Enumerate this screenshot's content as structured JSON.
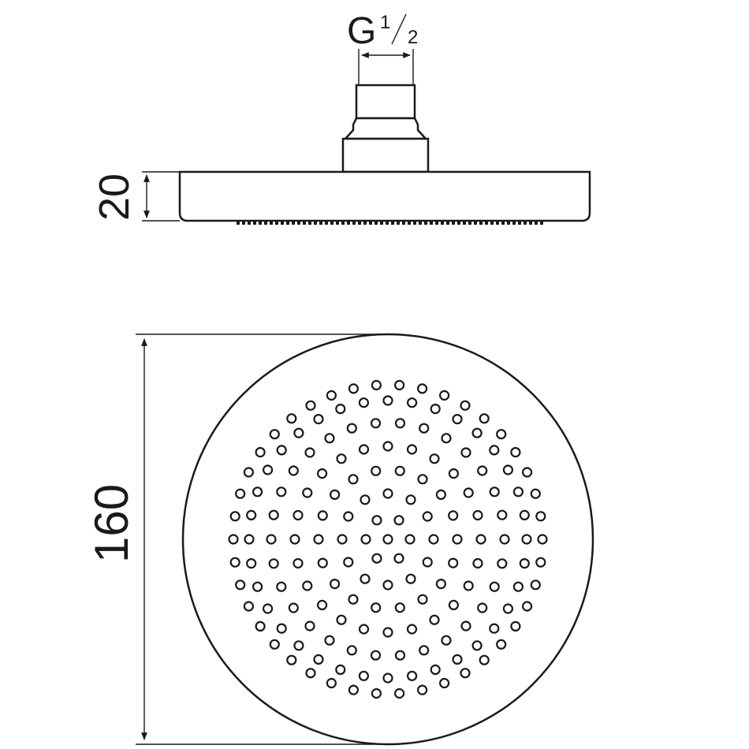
{
  "thread_label": {
    "letter": "G",
    "numerator": "1",
    "denominator": "2"
  },
  "height_dimension": "20",
  "diameter_dimension": "160",
  "colors": {
    "line": "#1a1a1a",
    "background": "#ffffff"
  },
  "nozzles": {
    "rings": [
      {
        "count": 1
      },
      {
        "count": 6
      },
      {
        "count": 12
      },
      {
        "count": 18
      },
      {
        "count": 24
      },
      {
        "count": 30
      },
      {
        "count": 36
      },
      {
        "count": 42
      }
    ]
  }
}
